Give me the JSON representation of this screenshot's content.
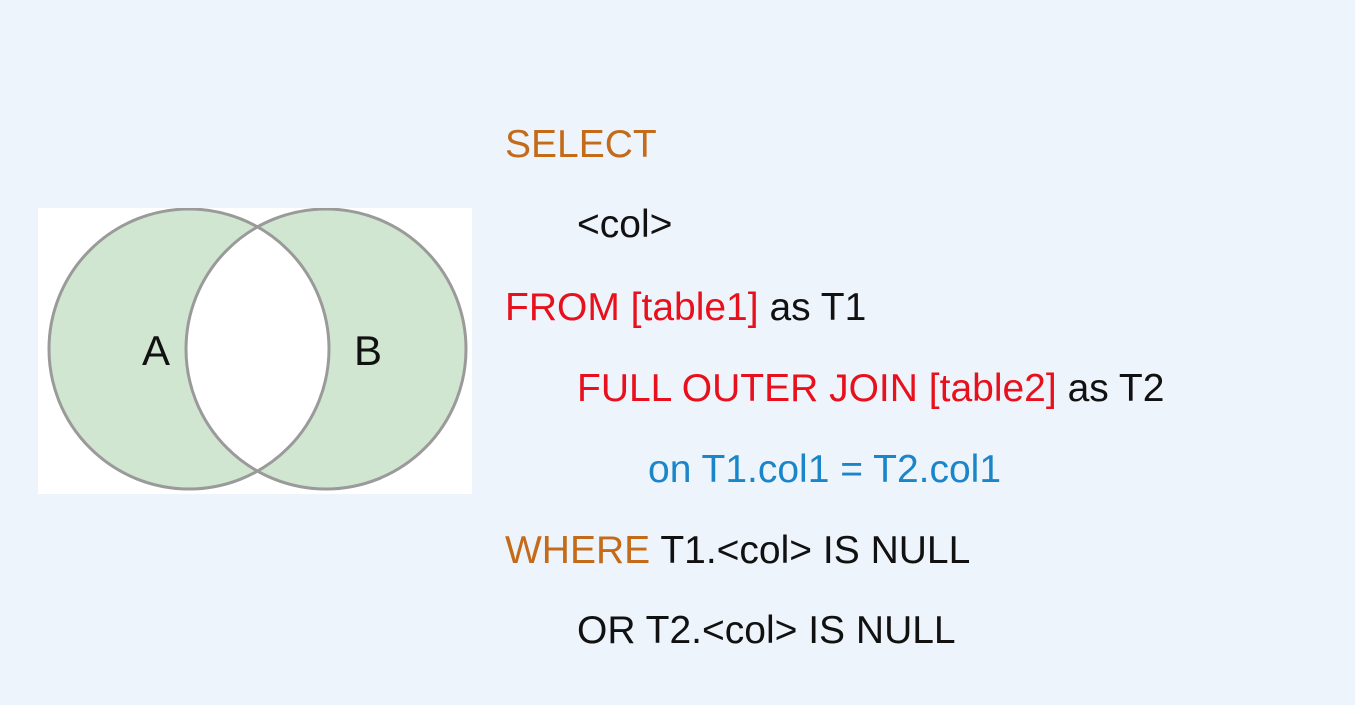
{
  "venn": {
    "label_a": "A",
    "label_b": "B",
    "fill_color": "#d0e6d0",
    "outline_color": "#9a9a9a",
    "intersection_color": "#ffffff"
  },
  "code": {
    "select_kw": "SELECT",
    "col_placeholder": "<col>",
    "from_kw": "FROM",
    "table1": "[table1]",
    "as_t1": "as T1",
    "full_outer_join_kw": "FULL OUTER JOIN",
    "table2": "[table2]",
    "as_t2": "as T2",
    "on_clause": "on T1.col1 = T2.col1",
    "where_kw": "WHERE",
    "where_cond": "T1.<col> IS NULL",
    "or_cond": "OR T2.<col> IS NULL"
  },
  "colors": {
    "background": "#eef4fc",
    "keyword_orange": "#c46b1a",
    "keyword_red": "#e8101c",
    "keyword_blue": "#1a86c9",
    "text_black": "#111111"
  }
}
